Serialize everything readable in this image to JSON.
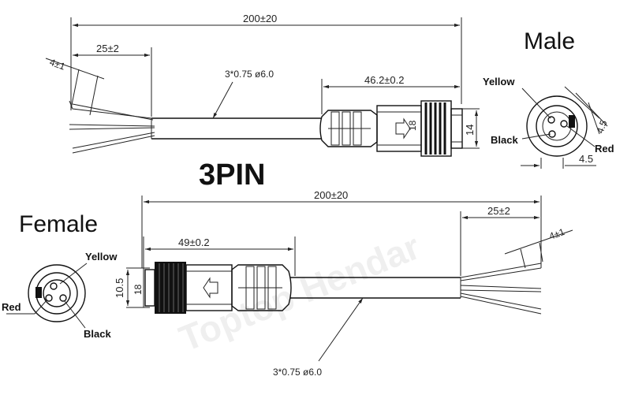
{
  "title": "3PIN",
  "watermark": "Toptop Hendar",
  "male": {
    "label": "Male",
    "overall_length": "200±20",
    "strip_length": "25±2",
    "strip_end": "4±1",
    "cable_spec": "3*0.75  ø6.0",
    "connector_length": "46.2±0.2",
    "dia_a": "18",
    "dia_b": "14",
    "face_dim_v": "4.5",
    "face_dim_h": "4.5",
    "pins": {
      "yellow": "Yellow",
      "black": "Black",
      "red": "Red"
    }
  },
  "female": {
    "label": "Female",
    "overall_length": "200±20",
    "strip_length": "25±2",
    "strip_end": "4±1",
    "cable_spec": "3*0.75  ø6.0",
    "connector_length": "49±0.2",
    "dia_a": "10.5",
    "dia_b": "18",
    "pins": {
      "yellow": "Yellow",
      "black": "Black",
      "red": "Red"
    }
  }
}
